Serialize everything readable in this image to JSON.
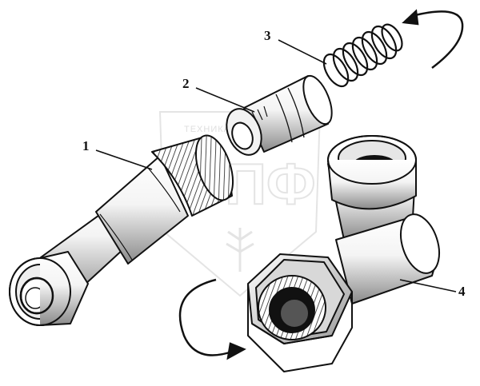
{
  "diagram": {
    "callouts": [
      {
        "id": "part-1",
        "label": "1"
      },
      {
        "id": "part-2",
        "label": "2"
      },
      {
        "id": "part-3",
        "label": "3"
      },
      {
        "id": "part-4",
        "label": "4"
      }
    ],
    "watermark": {
      "text": "ТЕХНИКА ИИ ТОРГОВЛЯ",
      "logo": "ЭПФ",
      "color": "#c8c8c8"
    },
    "line_color": "#111111"
  }
}
